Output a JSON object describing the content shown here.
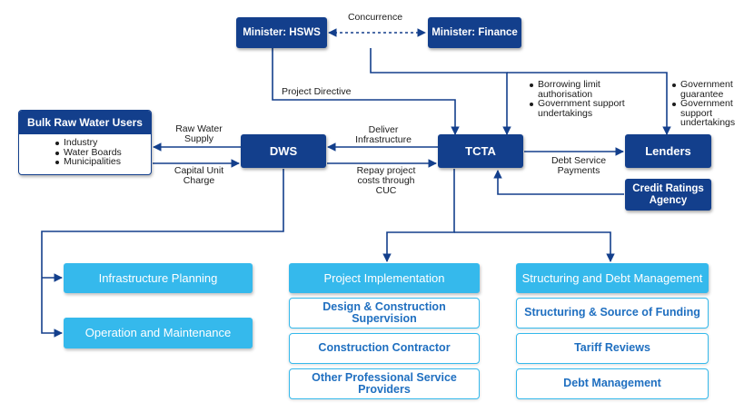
{
  "nodes": {
    "minister_hsws": "Minister: HSWS",
    "minister_finance": "Minister: Finance",
    "bulk_users": {
      "title": "Bulk Raw Water Users",
      "items": [
        "Industry",
        "Water Boards",
        "Municipalities"
      ]
    },
    "dws": "DWS",
    "tcta": "TCTA",
    "lenders": "Lenders",
    "credit_ratings": "Credit Ratings Agency"
  },
  "edge_labels": {
    "concurrence": "Concurrence",
    "project_directive": "Project Directive",
    "raw_water_supply": "Raw Water Supply",
    "capital_unit_charge": "Capital Unit Charge",
    "deliver_infrastructure": "Deliver Infrastructure",
    "repay_project": "Repay project costs through CUC",
    "debt_service": "Debt Service Payments"
  },
  "notes": {
    "finance_to_tcta": [
      "Borrowing limit authorisation",
      "Government support undertakings"
    ],
    "finance_to_lenders": [
      "Government guarantee",
      "Government support undertakings"
    ]
  },
  "dws_functions": [
    "Infrastructure Planning",
    "Operation and Maintenance"
  ],
  "implementation": {
    "header": "Project Implementation",
    "items": [
      "Design & Construction Supervision",
      "Construction Contractor",
      "Other Professional Service Providers"
    ]
  },
  "debt": {
    "header": "Structuring and Debt Management",
    "items": [
      "Structuring & Source of Funding",
      "Tariff Reviews",
      "Debt Management"
    ]
  },
  "colors": {
    "navy": "#133f8c",
    "cyan": "#35b9ec",
    "outline_text": "#1f6fc0"
  }
}
